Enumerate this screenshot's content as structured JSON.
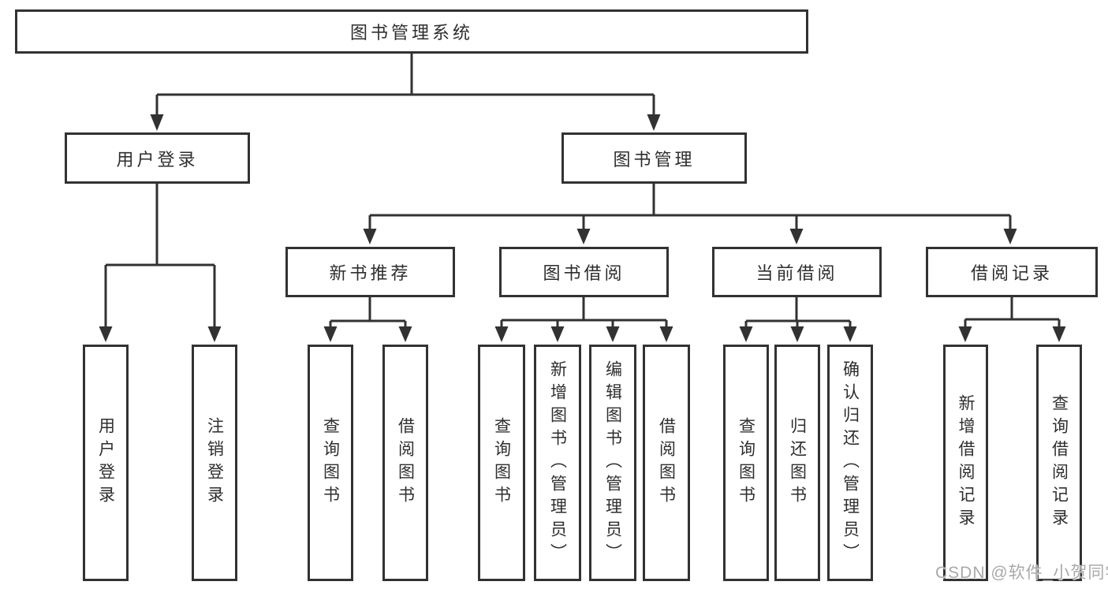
{
  "tree": {
    "label": "图书管理系统",
    "children": [
      {
        "label": "用户登录",
        "children": [
          {
            "label": "用户登录"
          },
          {
            "label": "注销登录"
          }
        ]
      },
      {
        "label": "图书管理",
        "children": [
          {
            "label": "新书推荐",
            "children": [
              {
                "label": "查询图书"
              },
              {
                "label": "借阅图书"
              }
            ]
          },
          {
            "label": "图书借阅",
            "children": [
              {
                "label": "查询图书"
              },
              {
                "label": "新增图书（管理员）"
              },
              {
                "label": "编辑图书（管理员）"
              },
              {
                "label": "借阅图书"
              }
            ]
          },
          {
            "label": "当前借阅",
            "children": [
              {
                "label": "查询图书"
              },
              {
                "label": "归还图书"
              },
              {
                "label": "确认归还（管理员）"
              }
            ]
          },
          {
            "label": "借阅记录",
            "children": [
              {
                "label": "新增借阅记录"
              },
              {
                "label": "查询借阅记录"
              }
            ]
          }
        ]
      }
    ]
  },
  "watermark": "CSDN @软件_小贺同学",
  "colors": {
    "line": "#323232",
    "text": "#2e2e2e",
    "background": "#ffffff",
    "watermark": "#a9a9a9"
  }
}
